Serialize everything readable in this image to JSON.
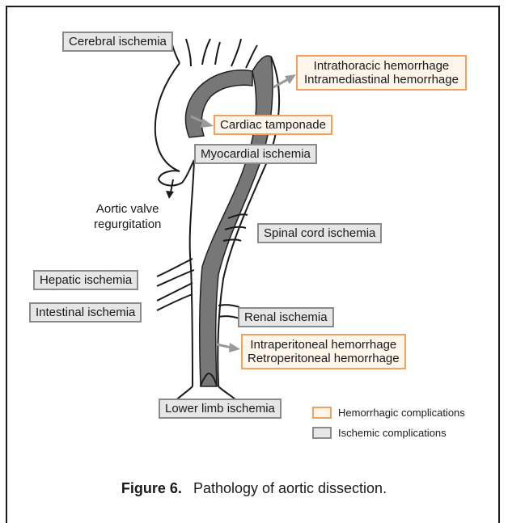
{
  "ischemic": {
    "cerebral": "Cerebral ischemia",
    "myocardial": "Myocardial ischemia",
    "spinal": "Spinal cord ischemia",
    "hepatic": "Hepatic ischemia",
    "intestinal": "Intestinal ischemia",
    "renal": "Renal ischemia",
    "lower_limb": "Lower limb ischemia"
  },
  "hemorrhagic": {
    "thoracic_1": "Intrathoracic hemorrhage",
    "thoracic_2": "Intramediastinal hemorrhage",
    "tamponade": "Cardiac tamponade",
    "abdominal_1": "Intraperitoneal hemorrhage",
    "abdominal_2": "Retroperitoneal hemorrhage"
  },
  "valve": {
    "line1": "Aortic valve",
    "line2": "regurgitation"
  },
  "legend": {
    "hemorrhagic": "Hemorrhagic complications",
    "ischemic": "Ischemic complications"
  },
  "caption": {
    "figure": "Figure 6.",
    "title": "Pathology of aortic dissection."
  },
  "colors": {
    "hemorrhagic_border": "#f0a060",
    "hemorrhagic_fill": "#fdf4ea",
    "ischemic_border": "#8a8a8a",
    "ischemic_fill": "#e6e6e6",
    "false_lumen": "#777777",
    "arrow": "#9a9a9a"
  }
}
